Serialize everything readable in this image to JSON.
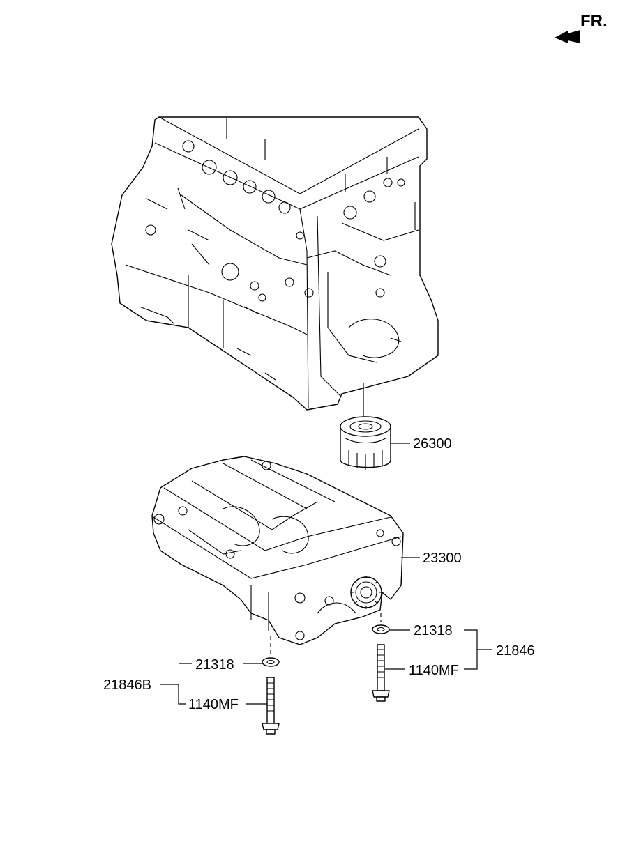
{
  "orientation": {
    "label": "FR."
  },
  "callouts": {
    "oil_filter": "26300",
    "balance_shaft_module": "23300",
    "washer_right": "21318",
    "bolt_right": "1140MF",
    "assembly_right": "21846",
    "washer_left": "21318",
    "bolt_left": "1140MF",
    "assembly_left": "21846B"
  }
}
